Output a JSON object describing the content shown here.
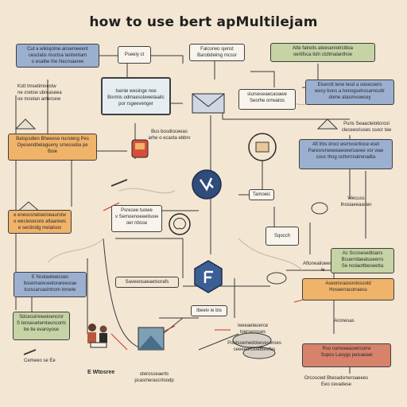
{
  "title": "how to use bert apMultilejam",
  "colors": {
    "background": "#f3e6d3",
    "blue": "#9bb0d0",
    "orange": "#f0b36a",
    "green": "#c5d3a5",
    "red": "#d7826b",
    "line": "#3a3a3a"
  },
  "boxes": {
    "top_left": [
      "Cut a wikisjotne ansemeeent",
      "cesclatis muctsa tantwntam",
      "o esalbe the Necroaeree"
    ],
    "top_center_small": [
      "Pseeiy ct"
    ],
    "top_right_small": [
      "Falcorwo sjenst",
      "Barobdeiing mcssr"
    ],
    "top_right_green": [
      "Atte fatreits ateeseniotrctitoa",
      "oertifsca tidn clcltmalanthoe"
    ],
    "left_list": [
      "Kstt tmsetimnestw",
      "ne cretsw ubreaseea",
      "oe mcetan antercew"
    ],
    "center_frame": [
      "Isenie wesinge noe",
      "Bormis odmaesstewetaaitc",
      "por rsgeevenger"
    ],
    "center_right_white": [
      "siurseseaecaoawe",
      "Seorhe orrwatos"
    ],
    "right_blue_top": [
      "Elserott tene tesd a sooecoers",
      "ewcy bons a henogsehosamouttr",
      "dome atasmvowcey"
    ],
    "right_label_under": [
      "Puris Seaacteloticrosl",
      "cleceesriuses ssocr tee"
    ],
    "left_orange": [
      "Batspsdien Bheeese nursieng Pes",
      "Oyesendbelagueny smesseba pe",
      "Boie"
    ],
    "center_mid_label": [
      "Bus bosdioceeas",
      "arhe  o  ecaxta ebbrv"
    ],
    "right_blue_mid": [
      "Afl Irbs droci wsmvcertioce eset",
      "Paresrerwoeeaeoeersavee vor wae",
      "cooc thog octtvrnnatrenadta"
    ],
    "small_center": [
      "Tamoeiopw"
    ],
    "left_orange_low": [
      "e enesosnetoeroeaurstw",
      "o weciesecore attaarews",
      "e sectindig melatsos"
    ],
    "center_white_mid": [
      "Psrecee tuowe",
      "v Semoenoeeelisoee",
      "oer nbsse"
    ],
    "speech_box": [
      "Sqocch"
    ],
    "right_small_text": [
      "Wecuss",
      "Ihosiaeeaasen"
    ],
    "left_blue_low": [
      "E Ncolaoleeicoes",
      "Itosemareceetorareesrae",
      "tcossarsaslntrom inmete"
    ],
    "center_low_frame": [
      "Saveeosaeaetsorafs"
    ],
    "center_low_label": [
      "Ibeeiv ie bis"
    ],
    "right_mid_label": [
      "Aftoneaiioeenaene",
      "ie"
    ],
    "right_green_mid": [
      "Ac Sccisesedtoans",
      "Bcuerrdaeatuseerrs",
      "Se nodaottbeoeetta"
    ],
    "right_orange_label": [
      "Aseonsraosoniossotd",
      "Hoseerracorraess"
    ],
    "left_green_low": [
      "Sdcecuinneeioencnir",
      "S tenseuetemteuncorrion",
      "be tie evaroyose"
    ],
    "right_label_low": [
      "Aronesas"
    ],
    "bottom_center_label": [
      "reeeaeleuerce",
      "toersensses"
    ],
    "bottom_center_frame": [
      "Pootssemeddoeveseroes",
      "ceeeeorctoebsrefes"
    ],
    "right_red": [
      "Rso comoeeaoetrcorre",
      "Sopos Lasygs peicaeaei"
    ],
    "bottom_left_label": [
      "Cemeeo se Ee"
    ],
    "bottom_people_label": [
      "E Wtosree"
    ],
    "bottom_center_text": [
      "oterosseaerts",
      "pcasmerascrtoodp"
    ],
    "bottom_right_text": [
      "Orcoscwd Bteoadsmeroaeees",
      "Eeo cevadese"
    ]
  }
}
